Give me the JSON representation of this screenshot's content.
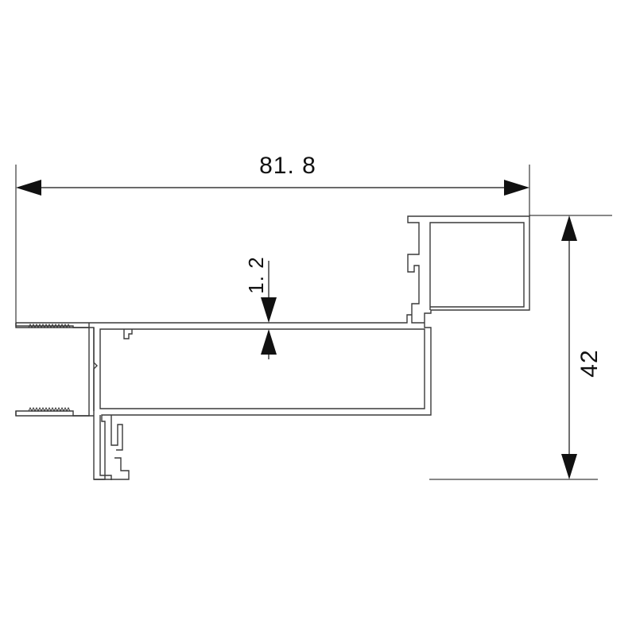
{
  "dimensions": {
    "overall_width": "81. 8",
    "overall_height": "42",
    "wall_thickness": "1. 2"
  },
  "colors": {
    "profile_stroke": "#3a3a3a",
    "dimension_ink": "#111111",
    "background": "#ffffff"
  }
}
